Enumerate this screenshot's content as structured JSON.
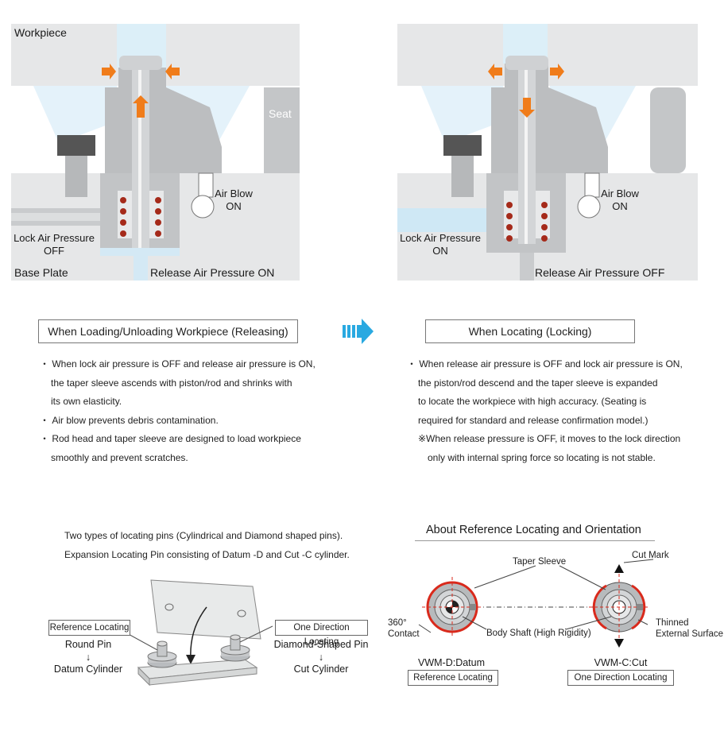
{
  "left_panel": {
    "workpiece": "Workpiece",
    "seat": "Seat",
    "air_blow": [
      "Air Blow",
      "ON"
    ],
    "lock_air": [
      "Lock Air Pressure",
      "OFF"
    ],
    "base_plate": "Base Plate",
    "release_air": "Release Air Pressure ON"
  },
  "right_panel": {
    "air_blow": [
      "Air Blow",
      "ON"
    ],
    "lock_air": [
      "Lock Air Pressure",
      "ON"
    ],
    "release_air": "Release Air Pressure OFF"
  },
  "releasing": {
    "title": "When Loading/Unloading Workpiece (Releasing)",
    "lines": [
      "・ When lock air pressure is OFF and release air pressure is ON,",
      "the taper sleeve ascends with piston/rod and shrinks with",
      "its own elasticity.",
      "・ Air blow prevents debris contamination.",
      "・ Rod head and taper sleeve are designed to load workpiece",
      "smoothly and prevent scratches."
    ]
  },
  "locking": {
    "title": "When Locating (Locking)",
    "lines": [
      "・ When release air pressure is OFF and lock air pressure is ON,",
      "the piston/rod descend and the taper sleeve is expanded",
      "to locate the workpiece with high accuracy. (Seating is",
      "required for standard and release confirmation model.)",
      "※When release pressure is OFF, it moves to the lock direction",
      "only with internal spring force so locating is not stable."
    ]
  },
  "types": {
    "intro": [
      "Two types of locating pins (Cylindrical and Diamond shaped pins).",
      "Expansion Locating Pin consisting of Datum -D and Cut -C cylinder."
    ],
    "reference_tag": "Reference Locating",
    "round_pin": "Round Pin",
    "datum_cylinder": "Datum Cylinder",
    "direction_tag": "One Direction Locating",
    "diamond_pin": "Diamond-Shaped Pin",
    "cut_cylinder": "Cut Cylinder",
    "arrow": "↓"
  },
  "orientation": {
    "title": "About Reference Locating and Orientation",
    "taper_sleeve": "Taper Sleeve",
    "cut_mark": "Cut Mark",
    "contact": [
      "360°",
      "Contact"
    ],
    "body_shaft": "Body Shaft (High Rigidity)",
    "thinned": [
      "Thinned",
      "External Surface"
    ],
    "vwm_d": "VWM-D:Datum",
    "vwm_d_tag": "Reference Locating",
    "vwm_c": "VWM-C:Cut",
    "vwm_c_tag": "One Direction Locating"
  },
  "colors": {
    "steel": "#b9bcbf",
    "plate": "#e6e7e8",
    "air": "#cfe8f5",
    "arrow": "#f07c1a",
    "spring": "#a52a1a",
    "accent_blue": "#29a9e1"
  }
}
